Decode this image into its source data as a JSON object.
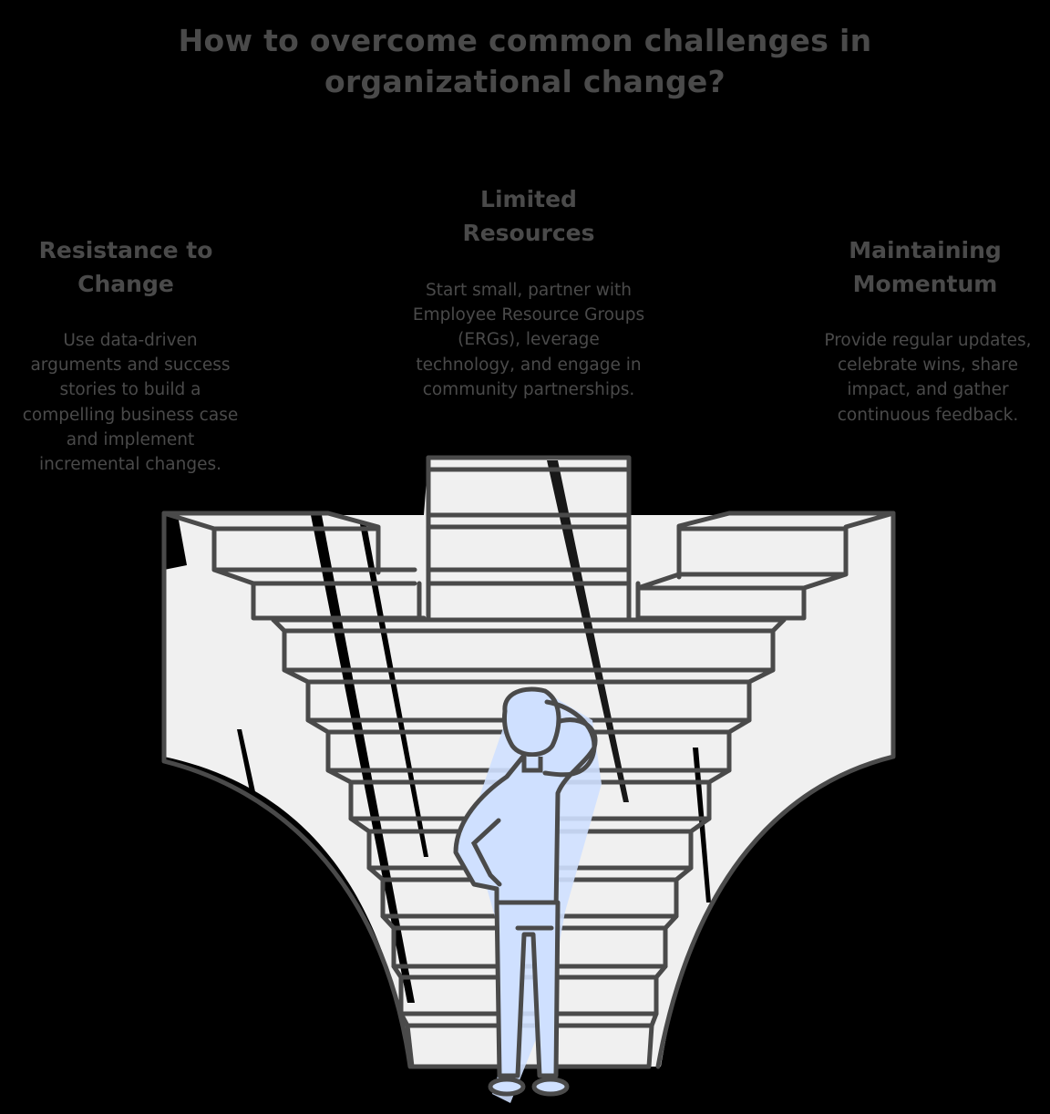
{
  "title": "How to overcome common challenges in organizational change?",
  "colors": {
    "background": "#000000",
    "stroke": "#4a4a4a",
    "fill": "#f0f0f0",
    "figure_fill": "#cfe0ff",
    "text": "#4a4a4a"
  },
  "challenges": [
    {
      "position": "left",
      "heading": "Resistance to Change",
      "description": "Use data-driven arguments and success stories to build a compelling business case and implement incremental changes."
    },
    {
      "position": "center",
      "heading": "Limited Resources",
      "description": "Start small, partner with Employee Resource Groups (ERGs), leverage technology, and engage in community partnerships."
    },
    {
      "position": "right",
      "heading": "Maintaining Momentum",
      "description": "Provide regular updates, celebrate wins, share impact, and gather continuous feedback."
    }
  ],
  "illustration": {
    "subject": "person-scratching-head-facing-branching-staircase",
    "branches": [
      "left-stairs",
      "center-stairs",
      "right-stairs"
    ]
  }
}
